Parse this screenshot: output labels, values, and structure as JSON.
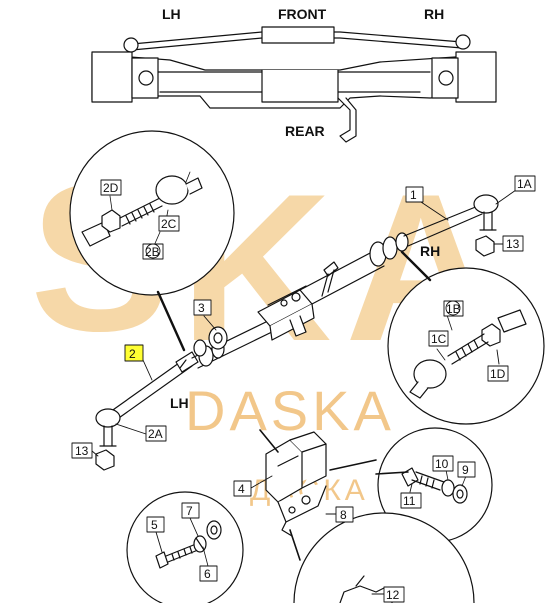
{
  "orientation": {
    "left": "LH",
    "front": "FRONT",
    "right": "RH",
    "rear": "REAR"
  },
  "side_labels": {
    "rh": "RH",
    "lh": "LH"
  },
  "callouts": {
    "c1": "1",
    "c1A": "1A",
    "c1B": "1B",
    "c1C": "1C",
    "c1D": "1D",
    "c2": "2",
    "c2A": "2A",
    "c2B": "2B",
    "c2C": "2C",
    "c2D": "2D",
    "c3": "3",
    "c4": "4",
    "c5": "5",
    "c6": "6",
    "c7": "7",
    "c8": "8",
    "c9": "9",
    "c10": "10",
    "c11": "11",
    "c12": "12",
    "c13a": "13",
    "c13b": "13"
  },
  "highlighted_callout": "2",
  "colors": {
    "highlight": "#ffff33",
    "watermark": "#f6d8a8",
    "line": "#111111"
  },
  "watermark": {
    "letters": [
      "S",
      "K",
      "A"
    ],
    "mid": "DASKA",
    "sub": "ДАСКА"
  }
}
